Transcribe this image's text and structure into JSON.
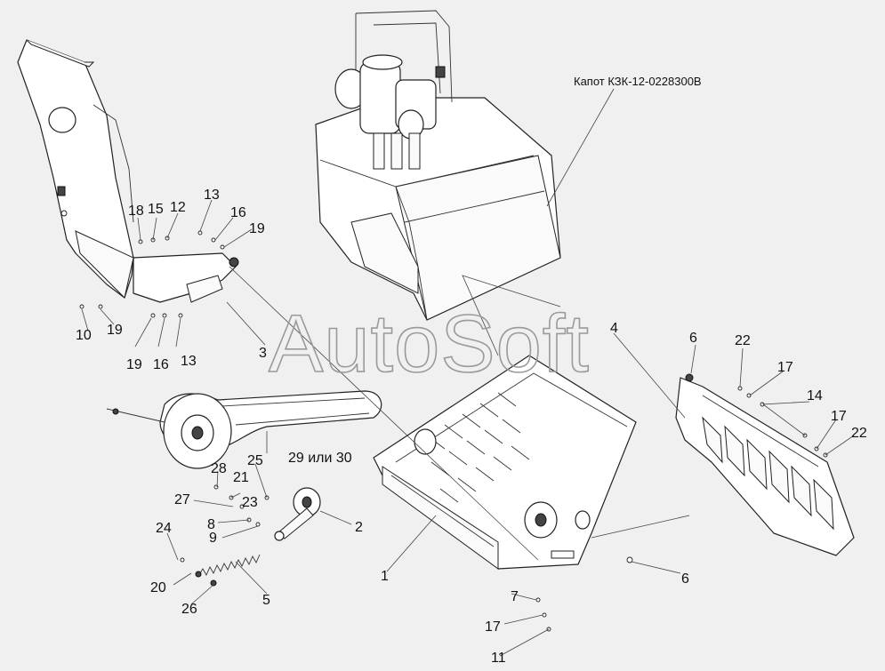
{
  "diagram": {
    "watermark": "AutoSoft",
    "hood_note": "Капот КЗК-12-0228300В",
    "callouts": {
      "c1": "1",
      "c2": "2",
      "c3": "3",
      "c4": "4",
      "c5": "5",
      "c6a": "6",
      "c6b": "6",
      "c7": "7",
      "c8": "8",
      "c9": "9",
      "c10": "10",
      "c11": "11",
      "c12": "12",
      "c13a": "13",
      "c13b": "13",
      "c14": "14",
      "c15": "15",
      "c16a": "16",
      "c16b": "16",
      "c17a": "17",
      "c17b": "17",
      "c17c": "17",
      "c18": "18",
      "c19a": "19",
      "c19b": "19",
      "c19c": "19",
      "c20": "20",
      "c21": "21",
      "c22a": "22",
      "c22b": "22",
      "c23": "23",
      "c24": "24",
      "c25": "25",
      "c26": "26",
      "c27": "27",
      "c28": "28",
      "c29": "29 или 30"
    }
  }
}
